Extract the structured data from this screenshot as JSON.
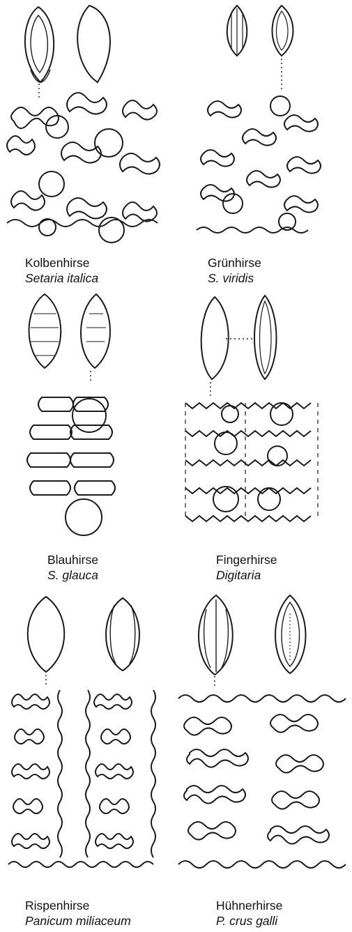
{
  "colors": {
    "ink": "#1a1a1a",
    "stipple": "#333333",
    "background": "#ffffff",
    "text": "#111111"
  },
  "panels": [
    {
      "id": "kolbenhirse",
      "common_name": "Kolbenhirse",
      "latin_name": "Setaria italica",
      "grain_style": "stippled-round",
      "cell_style": "wavy-blobs-with-circles"
    },
    {
      "id": "gruenhirse",
      "common_name": "Grünhirse",
      "latin_name": "S. viridis",
      "grain_style": "ribbed-small",
      "cell_style": "dense-wavy-columns"
    },
    {
      "id": "blauhirse",
      "common_name": "Blauhirse",
      "latin_name": "S. glauca",
      "grain_style": "hatched-pointed",
      "cell_style": "finger-rows-with-circles"
    },
    {
      "id": "fingerhirse",
      "common_name": "Fingerhirse",
      "latin_name": "Digitaria",
      "grain_style": "plain-pointed",
      "cell_style": "tight-zigzag-rows-with-circles"
    },
    {
      "id": "rispenhirse",
      "common_name": "Rispenhirse",
      "latin_name": "Panicum miliaceum",
      "grain_style": "plain-and-veined",
      "cell_style": "frilly-columns"
    },
    {
      "id": "huehnerhirse",
      "common_name": "Hühnerhirse",
      "latin_name": "P. crus galli",
      "grain_style": "veined-pointed",
      "cell_style": "long-wavy-bands"
    }
  ]
}
